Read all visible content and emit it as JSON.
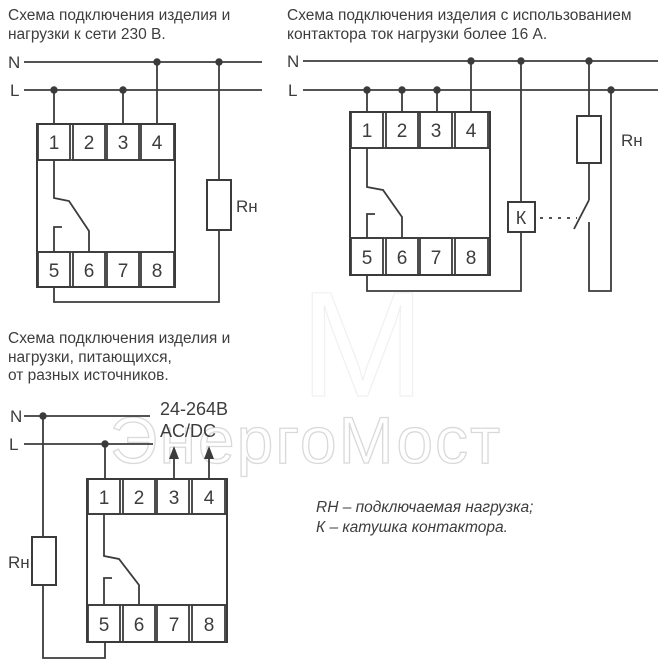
{
  "colors": {
    "line": "#3b3b3b",
    "text": "#3d3d3d",
    "watermark": "#d9d9d9"
  },
  "titles": {
    "d1": [
      "Схема подключения изделия и",
      "нагрузки к сети 230 В."
    ],
    "d2": [
      "Схема подключения изделия с использованием",
      "контактора ток нагрузки более 16 А."
    ],
    "d3": [
      "Схема подключения изделия и",
      "нагрузки, питающихся,",
      "от разных источников."
    ]
  },
  "legend": [
    "RH – подключаемая нагрузка;",
    "К – катушка контактора."
  ],
  "watermark": {
    "text": "ЭнергоМост",
    "logo": "М"
  },
  "diagrams": {
    "d1": {
      "n": "N",
      "l": "L",
      "rh": "Rн",
      "terminals_top": [
        "1",
        "2",
        "3",
        "4"
      ],
      "terminals_bottom": [
        "5",
        "6",
        "7",
        "8"
      ]
    },
    "d2": {
      "n": "N",
      "l": "L",
      "rh": "Rн",
      "k": "К",
      "terminals_top": [
        "1",
        "2",
        "3",
        "4"
      ],
      "terminals_bottom": [
        "5",
        "6",
        "7",
        "8"
      ]
    },
    "d3": {
      "n": "N",
      "l": "L",
      "rh": "Rн",
      "supply_line1": "24-264В",
      "supply_line2": "AC/DC",
      "terminals_top": [
        "1",
        "2",
        "3",
        "4"
      ],
      "terminals_bottom": [
        "5",
        "6",
        "7",
        "8"
      ]
    }
  }
}
